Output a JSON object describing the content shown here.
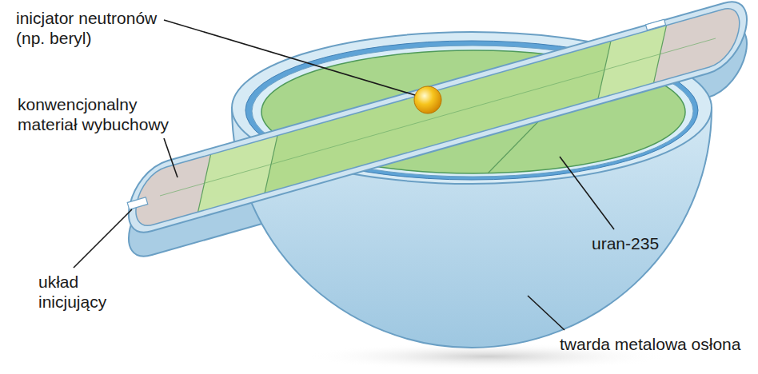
{
  "diagram": {
    "labels": [
      "inicjator neutronów (np. beryl)",
      "konwencjonalny materiał wybuchowy",
      "układ inicjujący",
      "uran-235",
      "twarda metalowa osłona"
    ]
  }
}
